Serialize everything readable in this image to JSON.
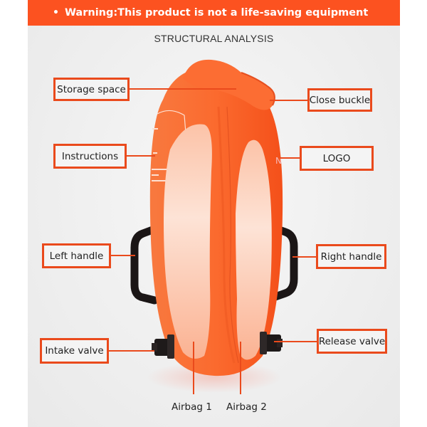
{
  "banner": {
    "bullet": "•",
    "text": "Warning:This product is not a life-saving equipment"
  },
  "section_title": "STRUCTURAL ANALYSIS",
  "product": {
    "name": "inflatable swim buoy",
    "logo_text": "N"
  },
  "labels": {
    "storage_space": "Storage space",
    "close_buckle": "Close buckle",
    "instructions": "Instructions",
    "logo": "LOGO",
    "left_handle": "Left handle",
    "right_handle": "Right handle",
    "intake_valve": "Intake valve",
    "release_valve": "Release valve",
    "airbag_1": "Airbag 1",
    "airbag_2": "Airbag 2"
  },
  "colors": {
    "accent": "#ea4a1c",
    "banner": "#fc5220",
    "product_orange": "#fb6a2e",
    "airbag_light": "#fcd9c8"
  }
}
